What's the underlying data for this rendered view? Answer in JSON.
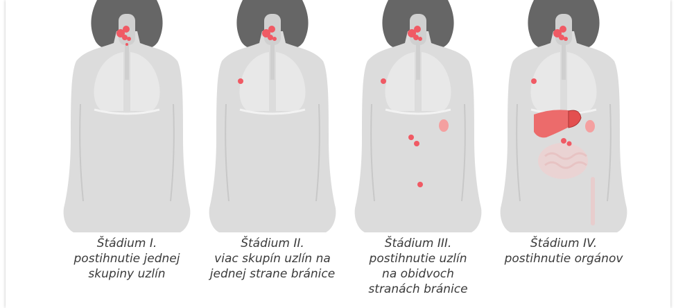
{
  "stages": [
    {
      "title": "Štádium I.",
      "lines": [
        "postihnutie jednej",
        "skupiny uzlín"
      ]
    },
    {
      "title": "Štádium II.",
      "lines": [
        "viac skupín uzlín na",
        "jednej strane bránice"
      ]
    },
    {
      "title": "Štádium III.",
      "lines": [
        "postihnutie uzlín",
        "na obidvoch",
        "stranách bránice"
      ]
    },
    {
      "title": "Štádium IV.",
      "lines": [
        "postihnutie orgánov"
      ]
    }
  ],
  "colors": {
    "body": "#dcdcdc",
    "hair": "#666666",
    "lungs": "#e8e8e8",
    "node": "#f05a64",
    "organ": "#ec6b6b"
  }
}
